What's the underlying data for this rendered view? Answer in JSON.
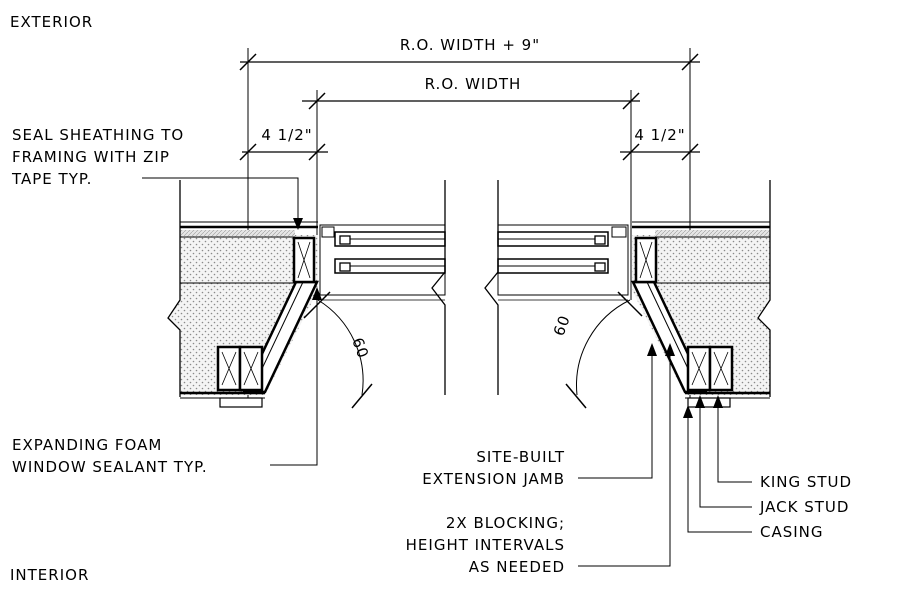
{
  "labels": {
    "exterior": "EXTERIOR",
    "interior": "INTERIOR",
    "ro_width_plus": "R.O. WIDTH + 9\"",
    "ro_width": "R.O. WIDTH",
    "left_offset": "4 1/2\"",
    "right_offset": "4 1/2\"",
    "angle_left": "60",
    "angle_right": "60"
  },
  "callouts": {
    "seal_sheathing": [
      "SEAL SHEATHING TO",
      "FRAMING WITH ZIP",
      "TAPE TYP."
    ],
    "expanding_foam": [
      "EXPANDING FOAM",
      "WINDOW SEALANT TYP."
    ],
    "extension_jamb": [
      "SITE-BUILT",
      "EXTENSION JAMB"
    ],
    "blocking": [
      "2X BLOCKING;",
      "HEIGHT INTERVALS",
      "AS NEEDED"
    ],
    "king_stud": "KING STUD",
    "jack_stud": "JACK STUD",
    "casing": "CASING"
  }
}
